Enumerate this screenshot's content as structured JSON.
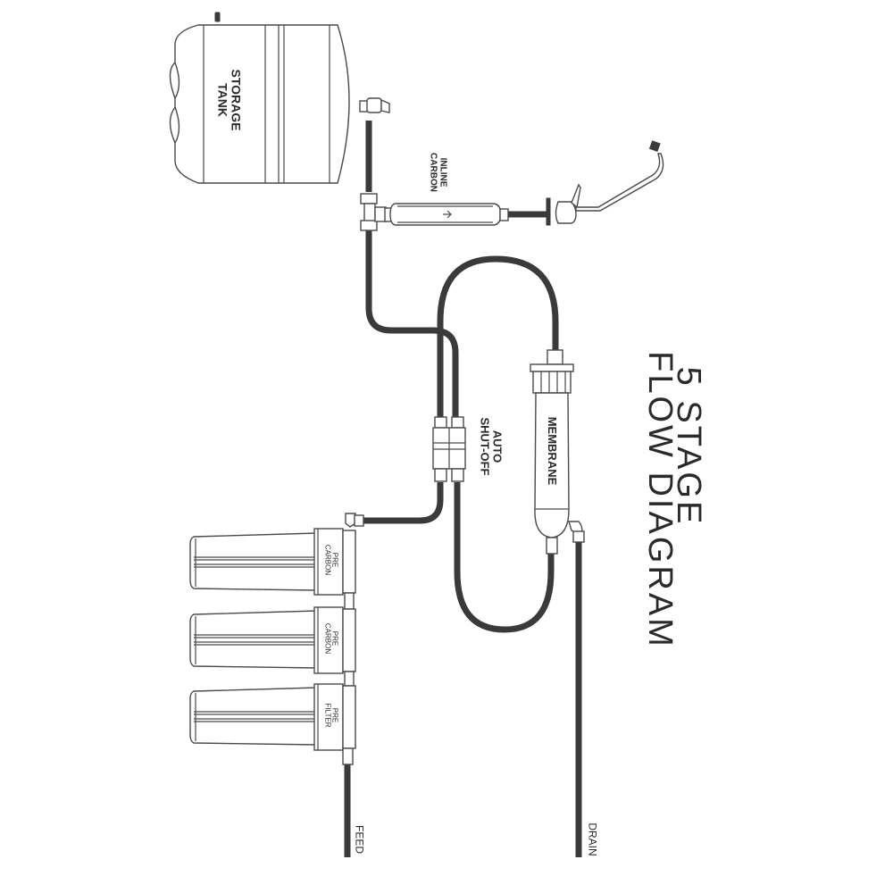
{
  "title": {
    "line1": "5 STAGE",
    "line2": "FLOW DIAGRAM"
  },
  "components": {
    "storage_tank": "STORAGE\nTANK",
    "inline_carbon": "INLINE\nCARBON",
    "auto_shutoff": "AUTO\nSHUT-OFF",
    "membrane": "MEMBRANE",
    "pre_carbon_1": "PRE\nCARBON",
    "pre_carbon_2": "PRE\nCARBON",
    "pre_filter": "PRE\nFILTER"
  },
  "lines": {
    "feed": "FEED",
    "drain": "DRAIN"
  },
  "colors": {
    "tube": "#3a3a3a",
    "outline": "#4a4a4a",
    "background": "#ffffff"
  }
}
